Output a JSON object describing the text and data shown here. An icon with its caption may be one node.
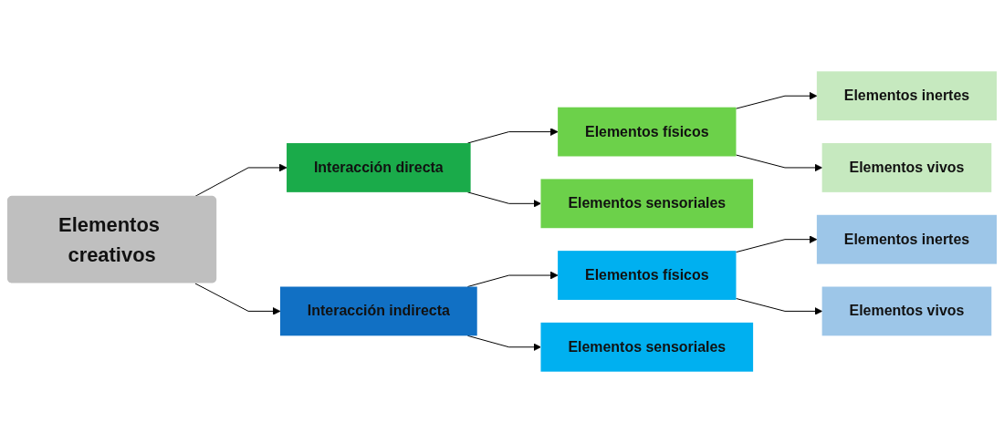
{
  "diagram": {
    "nodes": [
      {
        "text": [
          "Elementos creativos"
        ]
      },
      {
        "text": [
          "Interacción directa"
        ]
      },
      {
        "text": [
          "Elementos físicos"
        ]
      },
      {
        "text": [
          "Elementos inertes"
        ]
      },
      {
        "text": [
          "Elementos vivos"
        ]
      },
      {
        "text": [
          "Elementos sensoriales"
        ]
      },
      {
        "text": [
          "Interacción indirecta"
        ]
      },
      {
        "text": [
          "Elementos físicos"
        ]
      },
      {
        "text": [
          "Elementos inertes"
        ]
      },
      {
        "text": [
          "Elementos vivos"
        ]
      },
      {
        "text": [
          "Elementos sensoriales"
        ]
      }
    ],
    "edges": [
      {
        "from": 0,
        "to": 1,
        "arrow": "to"
      },
      {
        "from": 1,
        "to": 2,
        "arrow": "to"
      },
      {
        "from": 2,
        "to": 3,
        "arrow": "to"
      },
      {
        "from": 2,
        "to": 4,
        "arrow": "to"
      },
      {
        "from": 1,
        "to": 5,
        "arrow": "to"
      },
      {
        "from": 0,
        "to": 6,
        "arrow": "to"
      },
      {
        "from": 6,
        "to": 7,
        "arrow": "to"
      },
      {
        "from": 7,
        "to": 8,
        "arrow": "to"
      },
      {
        "from": 7,
        "to": 9,
        "arrow": "to"
      },
      {
        "from": 6,
        "to": 10,
        "arrow": "to"
      }
    ]
  }
}
